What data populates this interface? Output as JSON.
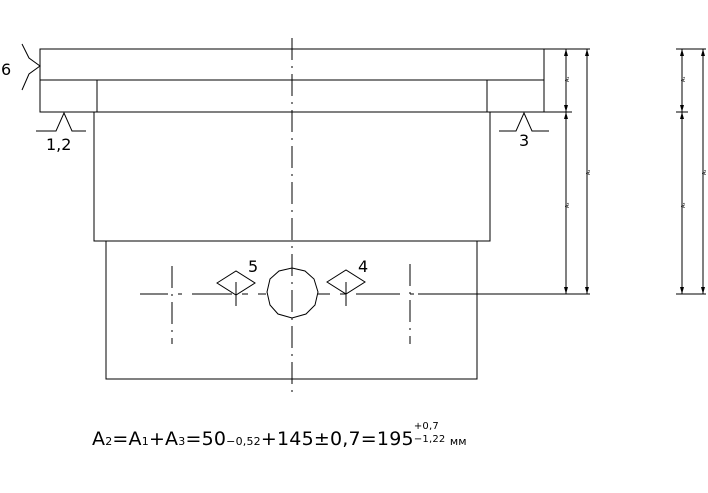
{
  "labels": {
    "base_1_2": "1,2",
    "base_3": "3",
    "base_6": "6",
    "base_5": "5",
    "base_4": "4"
  },
  "dimension_labels": {
    "left_a1": "A₁",
    "left_a3": "A₃",
    "left_a2": "A₂",
    "right_a1": "A₁",
    "right_a3": "A₃",
    "right_a2": "A₂"
  },
  "formula": {
    "a2": "A",
    "a2_sub": "2",
    "eq1": "=A",
    "a1_sub": "1",
    "plus1": "+A",
    "a3_sub": "3",
    "eq2": "=50",
    "tol1": "−0,52",
    "part2": "+145±0,7=195",
    "tol_upper": "+0,7",
    "tol_lower": "−1,22",
    "unit": "мм"
  }
}
